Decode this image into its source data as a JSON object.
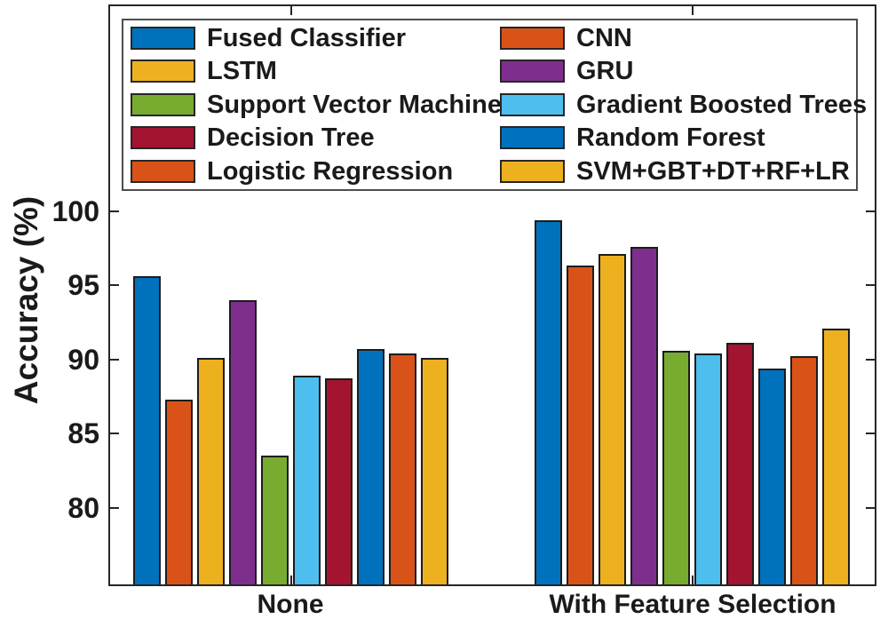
{
  "chart_data": {
    "type": "bar",
    "title": "",
    "xlabel": "",
    "ylabel": "Accuracy (%)",
    "categories": [
      "None",
      "With Feature Selection"
    ],
    "yticks": [
      80,
      85,
      90,
      95,
      100
    ],
    "ylim": [
      74.7,
      114.2
    ],
    "grid": false,
    "legend_position": "top-inside",
    "legend_columns_count": 2,
    "series": [
      {
        "name": "Fused Classifier",
        "color": "#0072BD",
        "values": [
          95.5,
          99.3
        ]
      },
      {
        "name": "CNN",
        "color": "#D95319",
        "values": [
          87.2,
          96.2
        ]
      },
      {
        "name": "LSTM",
        "color": "#EDB120",
        "values": [
          90.0,
          97.0
        ]
      },
      {
        "name": "GRU",
        "color": "#7E2F8E",
        "values": [
          93.9,
          97.5
        ]
      },
      {
        "name": "Support Vector Machine",
        "color": "#77AC30",
        "values": [
          83.4,
          90.5
        ]
      },
      {
        "name": "Gradient Boosted Trees",
        "color": "#4DBEEE",
        "values": [
          88.8,
          90.3
        ]
      },
      {
        "name": "Decision Tree",
        "color": "#A2142F",
        "values": [
          88.6,
          91.0
        ]
      },
      {
        "name": "Random Forest",
        "color": "#0072BD",
        "values": [
          90.6,
          89.3
        ]
      },
      {
        "name": "Logistic Regression",
        "color": "#D95319",
        "values": [
          90.3,
          90.1
        ]
      },
      {
        "name": "SVM+GBT+DT+RF+LR",
        "color": "#EDB120",
        "values": [
          90.0,
          92.0
        ]
      }
    ],
    "legend_columns": [
      [
        "Fused Classifier",
        "LSTM",
        "Support Vector Machine",
        "Decision Tree",
        "Logistic Regression"
      ],
      [
        "CNN",
        "GRU",
        "Gradient Boosted Trees",
        "Random Forest",
        "SVM+GBT+DT+RF+LR"
      ]
    ],
    "axis_color": "#262626",
    "bar_edge_color": "#1c1c1c"
  }
}
